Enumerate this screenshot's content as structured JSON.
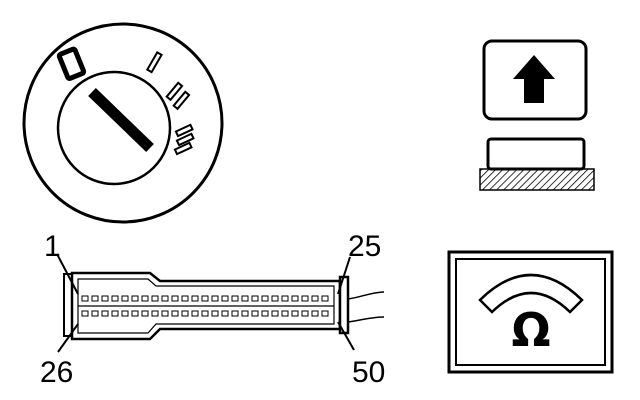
{
  "connector": {
    "pin_labels": {
      "top_left": "1",
      "top_right": "25",
      "bottom_left": "26",
      "bottom_right": "50"
    }
  },
  "ignition_switch": {
    "position_label": "0"
  },
  "ohmmeter": {
    "unit_symbol": "Ω"
  },
  "icons": {
    "ignition": "ignition-switch-icon",
    "disconnect": "disconnect-arrow-icon",
    "ohmmeter": "ohmmeter-icon"
  },
  "colors": {
    "ink": "#000000",
    "paper": "#ffffff"
  }
}
